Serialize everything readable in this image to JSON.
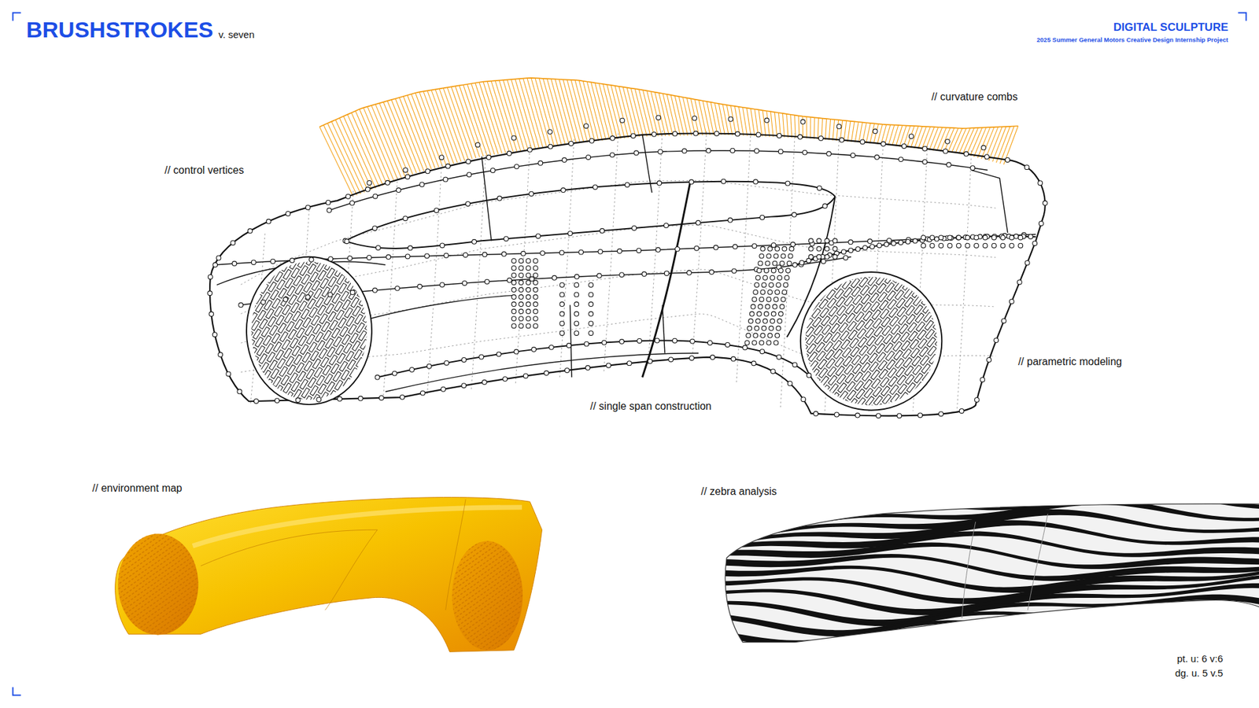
{
  "diagram": {
    "title": "BRUSHSTROKES",
    "labels": [
      "v. seven",
      "DIGITAL SCULPTURE",
      "2025 Summer General Motors Creative Design Internship Project",
      "// curvature combs",
      "// control vertices",
      "// parametric modeling",
      "// single span construction",
      "// environment map",
      "// zebra analysis",
      "pt. u: 6 v:6",
      "dg. u. 5 v.5"
    ]
  }
}
